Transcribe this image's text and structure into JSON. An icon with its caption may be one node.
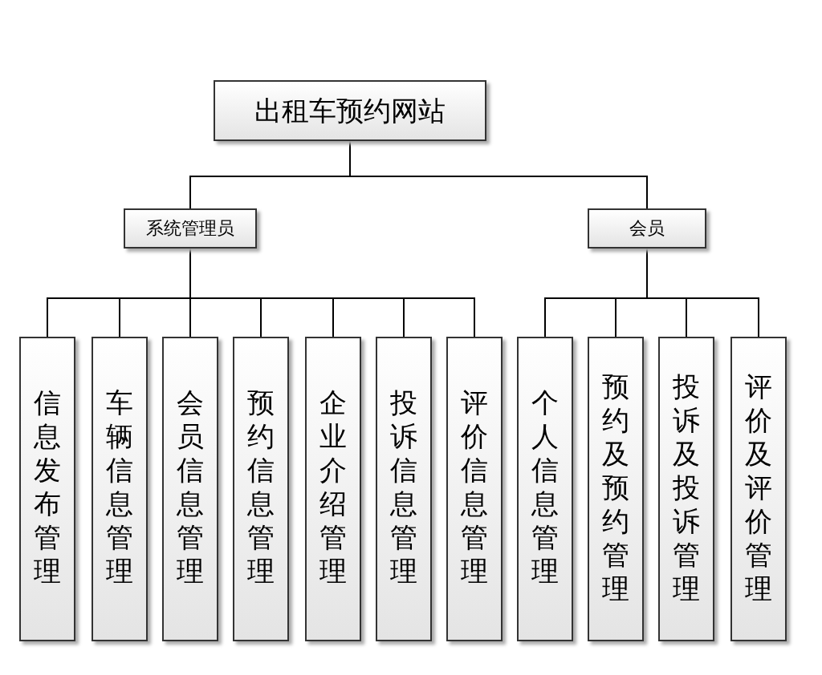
{
  "diagram": {
    "nodes": [
      {
        "text": [
          "出租车预约网站"
        ]
      },
      {
        "text": [
          "系统管理员"
        ]
      },
      {
        "text": [
          "会员"
        ]
      },
      {
        "text": [
          "信息发布管理"
        ]
      },
      {
        "text": [
          "车辆信息管理"
        ]
      },
      {
        "text": [
          "会员信息管理"
        ]
      },
      {
        "text": [
          "预约信息管理"
        ]
      },
      {
        "text": [
          "企业介绍管理"
        ]
      },
      {
        "text": [
          "投诉信息管理"
        ]
      },
      {
        "text": [
          "评价信息管理"
        ]
      },
      {
        "text": [
          "个人信息管理"
        ]
      },
      {
        "text": [
          "预约及预约管理"
        ]
      },
      {
        "text": [
          "投诉及投诉管理"
        ]
      },
      {
        "text": [
          "评价及评价管理"
        ]
      }
    ],
    "edges": [
      {
        "from": 0,
        "to": 1,
        "arrow": "none"
      },
      {
        "from": 0,
        "to": 2,
        "arrow": "none"
      },
      {
        "from": 1,
        "to": 3,
        "arrow": "none"
      },
      {
        "from": 1,
        "to": 4,
        "arrow": "none"
      },
      {
        "from": 1,
        "to": 5,
        "arrow": "none"
      },
      {
        "from": 1,
        "to": 6,
        "arrow": "none"
      },
      {
        "from": 1,
        "to": 7,
        "arrow": "none"
      },
      {
        "from": 1,
        "to": 8,
        "arrow": "none"
      },
      {
        "from": 1,
        "to": 9,
        "arrow": "none"
      },
      {
        "from": 2,
        "to": 10,
        "arrow": "none"
      },
      {
        "from": 2,
        "to": 11,
        "arrow": "none"
      },
      {
        "from": 2,
        "to": 12,
        "arrow": "none"
      },
      {
        "from": 2,
        "to": 13,
        "arrow": "none"
      }
    ]
  }
}
